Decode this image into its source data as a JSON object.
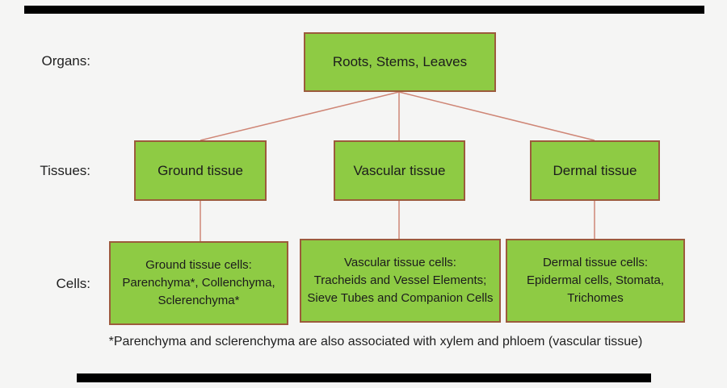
{
  "colors": {
    "background": "#f5f5f4",
    "box-fill": "#8ecb44",
    "box-border": "#9c5b3c",
    "connector": "#cf8676",
    "text": "#1f1f1f",
    "bar": "#000000"
  },
  "row_labels": {
    "organs": "Organs:",
    "tissues": "Tissues:",
    "cells": "Cells:"
  },
  "organ_box": {
    "label": "Roots, Stems, Leaves"
  },
  "tissue_boxes": [
    {
      "label": "Ground tissue"
    },
    {
      "label": "Vascular tissue"
    },
    {
      "label": "Dermal tissue"
    }
  ],
  "cell_boxes": [
    {
      "line1": "Ground tissue cells:",
      "line2": "Parenchyma*, Collenchyma,",
      "line3": "Sclerenchyma*"
    },
    {
      "line1": "Vascular tissue cells:",
      "line2": "Tracheids and Vessel Elements;",
      "line3": "Sieve Tubes and Companion Cells"
    },
    {
      "line1": "Dermal tissue cells:",
      "line2": "Epidermal cells, Stomata,",
      "line3": "Trichomes"
    }
  ],
  "footnote": "*Parenchyma and sclerenchyma are also associated with xylem and phloem (vascular tissue)"
}
